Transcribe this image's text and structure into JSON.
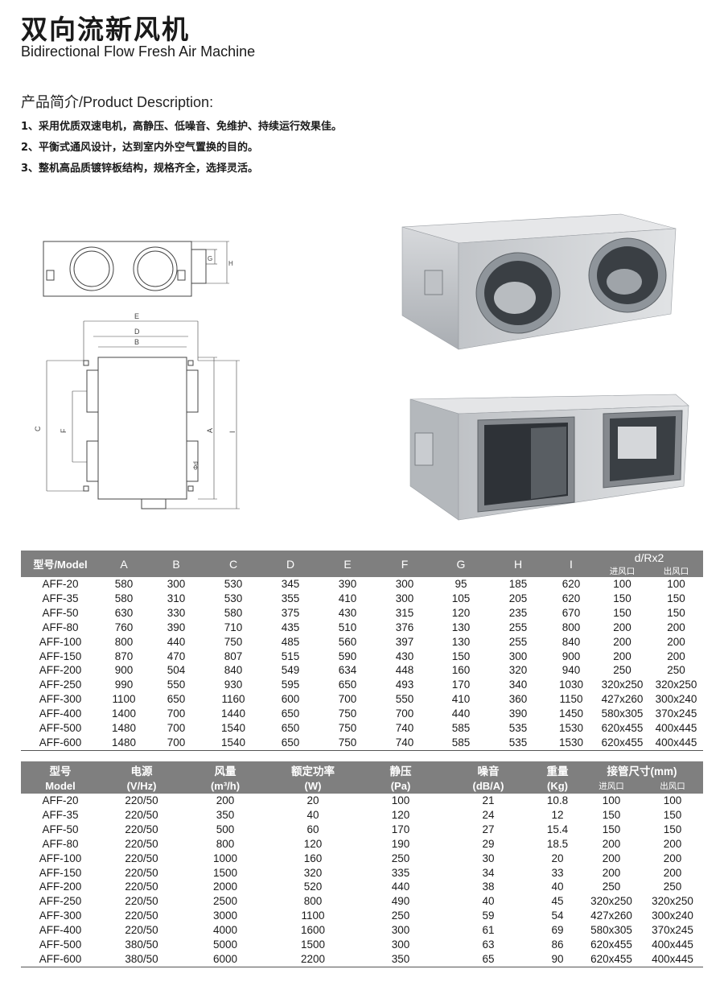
{
  "header": {
    "title_cn": "双向流新风机",
    "title_en": "Bidirectional Flow Fresh Air Machine"
  },
  "description": {
    "heading": "产品简介/Product Description:",
    "items": [
      "1、采用优质双速电机，高静压、低噪音、免维护、持续运行效果佳。",
      "2、平衡式通风设计，达到室内外空气置换的目的。",
      "3、整机高品质镀锌板结构，规格齐全，选择灵活。"
    ]
  },
  "drawing": {
    "labels": {
      "e": "E",
      "d": "D",
      "b": "B",
      "c": "C",
      "f": "F",
      "a": "A",
      "i": "I",
      "g": "G",
      "h": "H",
      "phid": "Φd"
    }
  },
  "dimension_table": {
    "headers": [
      "型号/Model",
      "A",
      "B",
      "C",
      "D",
      "E",
      "F",
      "G",
      "H",
      "I"
    ],
    "dr_header": "d/Rx2",
    "inlet": "进风口",
    "outlet": "出风口",
    "rows": [
      [
        "AFF-20",
        "580",
        "300",
        "530",
        "345",
        "390",
        "300",
        "95",
        "185",
        "620",
        "100",
        "100"
      ],
      [
        "AFF-35",
        "580",
        "310",
        "530",
        "355",
        "410",
        "300",
        "105",
        "205",
        "620",
        "150",
        "150"
      ],
      [
        "AFF-50",
        "630",
        "330",
        "580",
        "375",
        "430",
        "315",
        "120",
        "235",
        "670",
        "150",
        "150"
      ],
      [
        "AFF-80",
        "760",
        "390",
        "710",
        "435",
        "510",
        "376",
        "130",
        "255",
        "800",
        "200",
        "200"
      ],
      [
        "AFF-100",
        "800",
        "440",
        "750",
        "485",
        "560",
        "397",
        "130",
        "255",
        "840",
        "200",
        "200"
      ],
      [
        "AFF-150",
        "870",
        "470",
        "807",
        "515",
        "590",
        "430",
        "150",
        "300",
        "900",
        "200",
        "200"
      ],
      [
        "AFF-200",
        "900",
        "504",
        "840",
        "549",
        "634",
        "448",
        "160",
        "320",
        "940",
        "250",
        "250"
      ],
      [
        "AFF-250",
        "990",
        "550",
        "930",
        "595",
        "650",
        "493",
        "170",
        "340",
        "1030",
        "320x250",
        "320x250"
      ],
      [
        "AFF-300",
        "1100",
        "650",
        "1160",
        "600",
        "700",
        "550",
        "410",
        "360",
        "1150",
        "427x260",
        "300x240"
      ],
      [
        "AFF-400",
        "1400",
        "700",
        "1440",
        "650",
        "750",
        "700",
        "440",
        "390",
        "1450",
        "580x305",
        "370x245"
      ],
      [
        "AFF-500",
        "1480",
        "700",
        "1540",
        "650",
        "750",
        "740",
        "585",
        "535",
        "1530",
        "620x455",
        "400x445"
      ],
      [
        "AFF-600",
        "1480",
        "700",
        "1540",
        "650",
        "750",
        "740",
        "585",
        "535",
        "1530",
        "620x455",
        "400x445"
      ]
    ]
  },
  "performance_table": {
    "headers_cn": [
      "型号",
      "电源",
      "风量",
      "额定功率",
      "静压",
      "噪音",
      "重量",
      "接管尺寸(mm)"
    ],
    "headers_unit": [
      "Model",
      "(V/Hz)",
      "(m³/h)",
      "(W)",
      "(Pa)",
      "(dB/A)",
      "(Kg)"
    ],
    "inlet": "进风口",
    "outlet": "出风口",
    "rows": [
      [
        "AFF-20",
        "220/50",
        "200",
        "20",
        "100",
        "21",
        "10.8",
        "100",
        "100"
      ],
      [
        "AFF-35",
        "220/50",
        "350",
        "40",
        "120",
        "24",
        "12",
        "150",
        "150"
      ],
      [
        "AFF-50",
        "220/50",
        "500",
        "60",
        "170",
        "27",
        "15.4",
        "150",
        "150"
      ],
      [
        "AFF-80",
        "220/50",
        "800",
        "120",
        "190",
        "29",
        "18.5",
        "200",
        "200"
      ],
      [
        "AFF-100",
        "220/50",
        "1000",
        "160",
        "250",
        "30",
        "20",
        "200",
        "200"
      ],
      [
        "AFF-150",
        "220/50",
        "1500",
        "320",
        "335",
        "34",
        "33",
        "200",
        "200"
      ],
      [
        "AFF-200",
        "220/50",
        "2000",
        "520",
        "440",
        "38",
        "40",
        "250",
        "250"
      ],
      [
        "AFF-250",
        "220/50",
        "2500",
        "800",
        "490",
        "40",
        "45",
        "320x250",
        "320x250"
      ],
      [
        "AFF-300",
        "220/50",
        "3000",
        "1100",
        "250",
        "59",
        "54",
        "427x260",
        "300x240"
      ],
      [
        "AFF-400",
        "220/50",
        "4000",
        "1600",
        "300",
        "61",
        "69",
        "580x305",
        "370x245"
      ],
      [
        "AFF-500",
        "380/50",
        "5000",
        "1500",
        "300",
        "63",
        "86",
        "620x455",
        "400x445"
      ],
      [
        "AFF-600",
        "380/50",
        "6000",
        "2200",
        "350",
        "65",
        "90",
        "620x455",
        "400x445"
      ]
    ]
  }
}
